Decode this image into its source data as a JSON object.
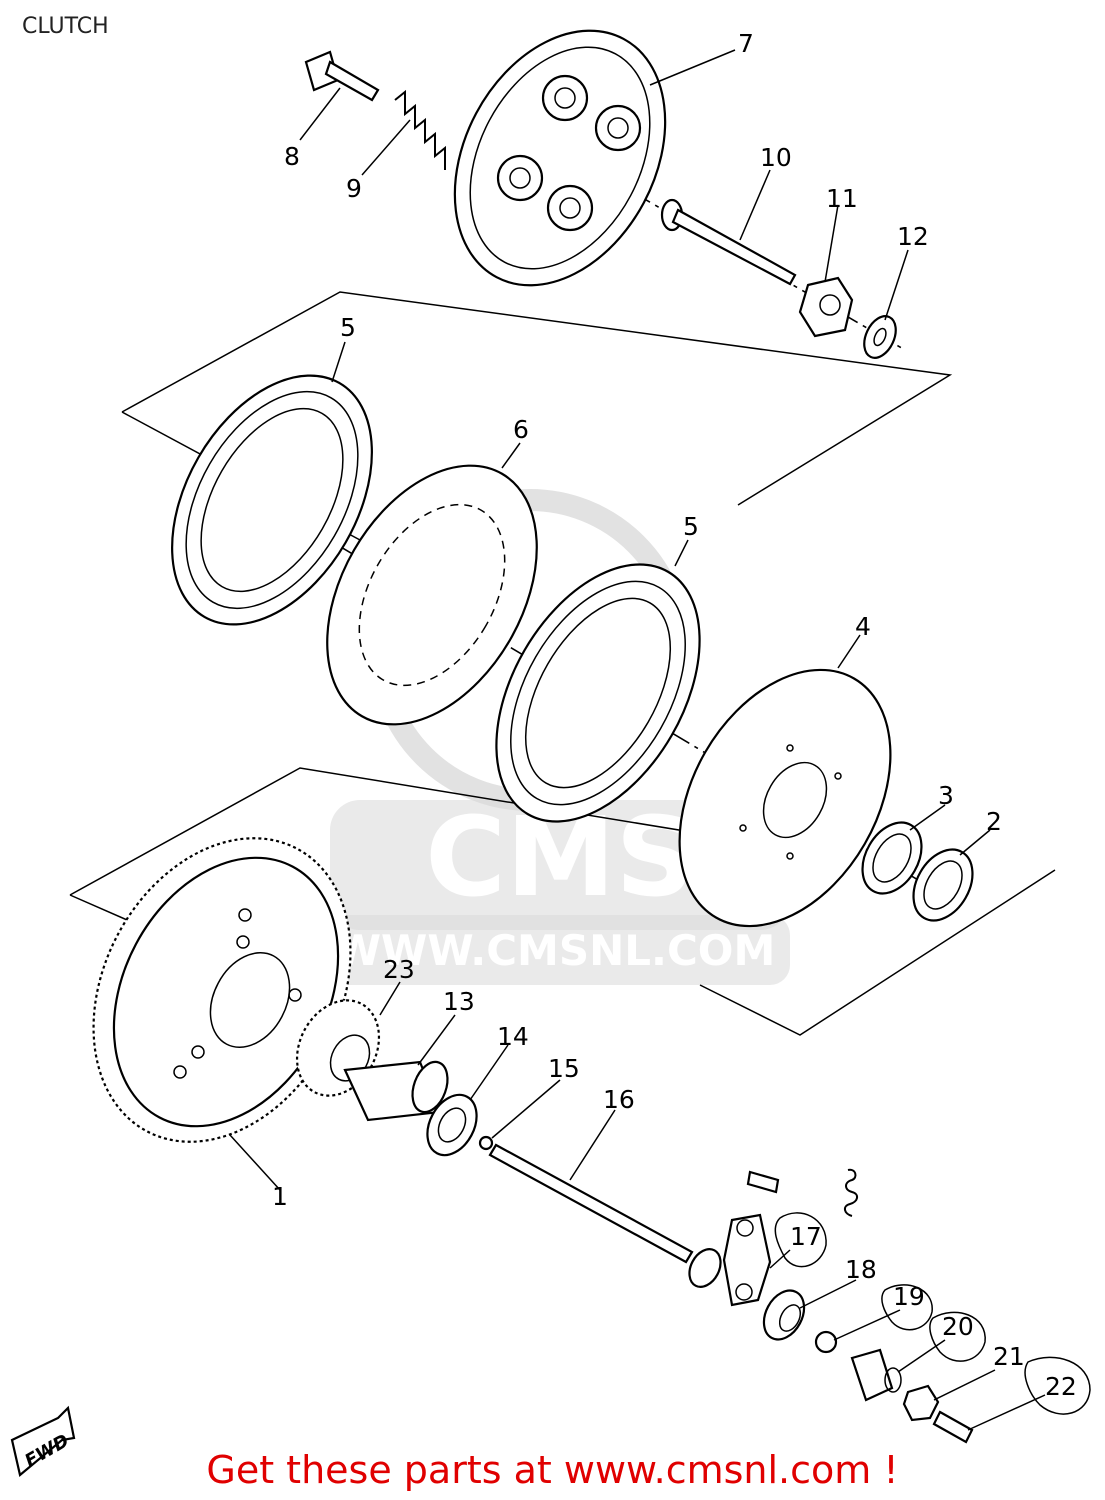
{
  "page": {
    "title": "CLUTCH"
  },
  "watermark": {
    "brand": "CMS",
    "url": "WWW.CMSNL.COM"
  },
  "footer": {
    "cta": "Get these parts at www.cmsnl.com !"
  },
  "callouts": [
    "1",
    "2",
    "3",
    "4",
    "5",
    "5",
    "6",
    "7",
    "8",
    "9",
    "10",
    "11",
    "12",
    "13",
    "14",
    "15",
    "16",
    "17",
    "18",
    "19",
    "20",
    "21",
    "22",
    "23"
  ],
  "fwd_badge": "FWD",
  "colors": {
    "footer_text": "#e00000",
    "watermark": "#d9d9d9"
  }
}
